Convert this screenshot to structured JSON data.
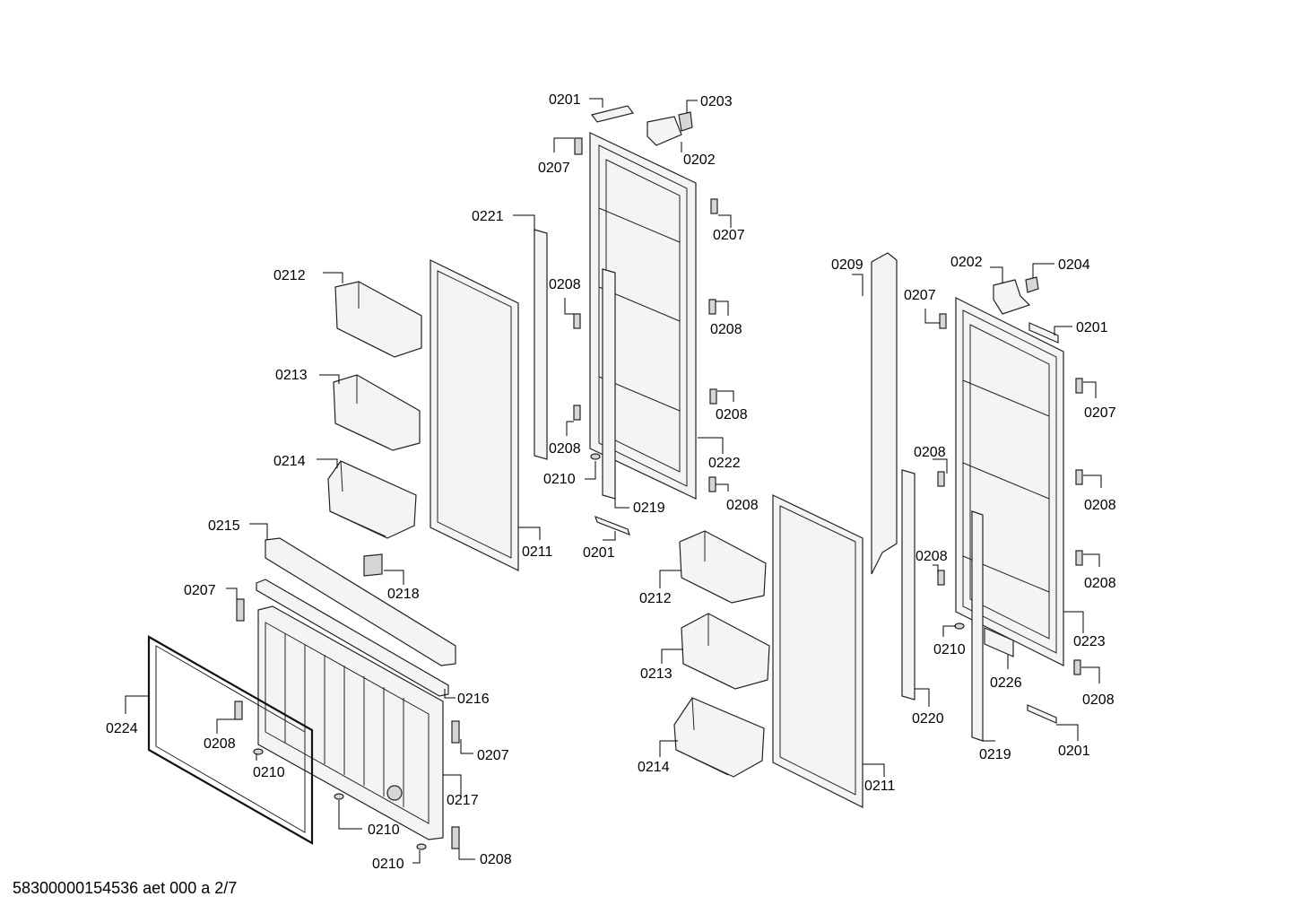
{
  "labels": {
    "l01": "0201",
    "l02": "0203",
    "l03": "0207",
    "l04": "0202",
    "l05": "0207",
    "l06": "0221",
    "l07": "0212",
    "l08": "0208",
    "l09": "0208",
    "l10": "0213",
    "l11": "0208",
    "l12": "0208",
    "l13": "0222",
    "l14": "0214",
    "l15": "0210",
    "l16": "0208",
    "l17": "0219",
    "l18": "0215",
    "l19": "0211",
    "l20": "0201",
    "l21": "0218",
    "l22": "0207",
    "l23": "0216",
    "l24": "0224",
    "l25": "0208",
    "l26": "0210",
    "l27": "0207",
    "l28": "0217",
    "l29": "0210",
    "l30": "0210",
    "l31": "0208",
    "l32": "0209",
    "l33": "0202",
    "l34": "0204",
    "l35": "0207",
    "l36": "0201",
    "l37": "0207",
    "l38": "0208",
    "l39": "0208",
    "l40": "0208",
    "l41": "0212",
    "l42": "0208",
    "l43": "0213",
    "l44": "0210",
    "l45": "0223",
    "l46": "0226",
    "l47": "0208",
    "l48": "0220",
    "l49": "0214",
    "l50": "0219",
    "l51": "0201",
    "l52": "0211"
  },
  "footer": "58300000154536 aet 000 a 2/7"
}
